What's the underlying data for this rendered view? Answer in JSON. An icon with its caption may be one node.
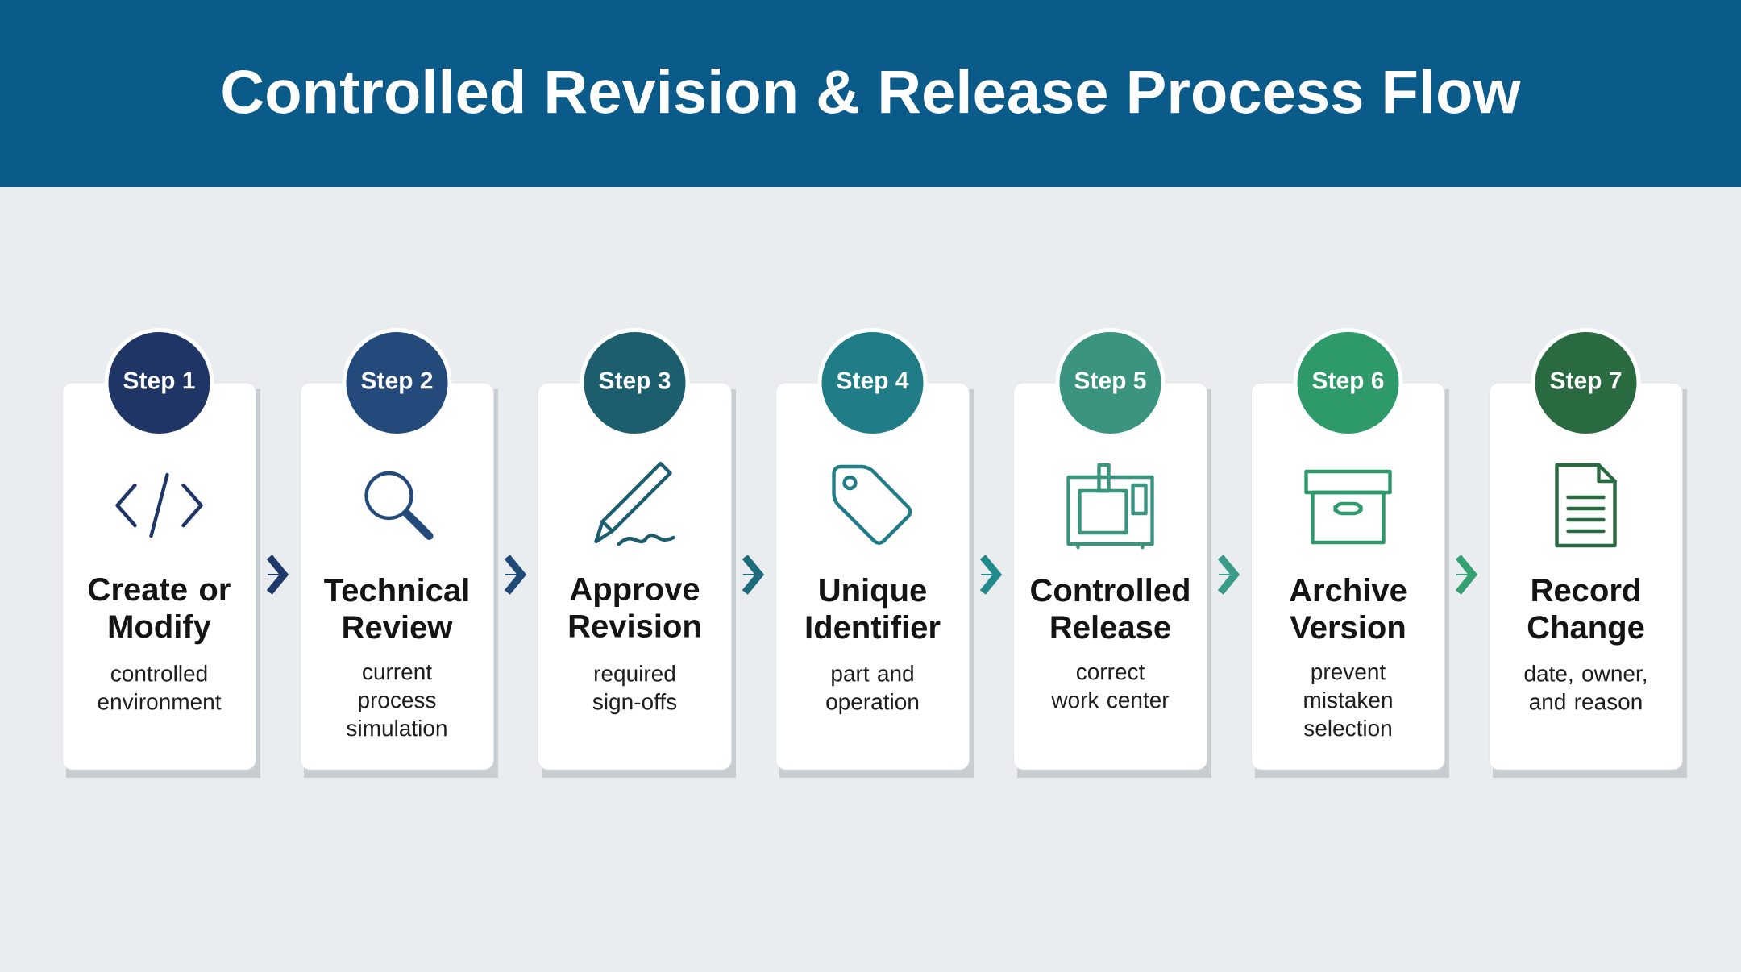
{
  "diagram": {
    "title": "Controlled Revision & Release Process Flow",
    "nodes": [
      {
        "text": [
          "Step 1",
          "Create or Modify",
          "controlled environment"
        ]
      },
      {
        "text": [
          "Step 2",
          "Technical Review",
          "current process simulation"
        ]
      },
      {
        "text": [
          "Step 3",
          "Approve Revision",
          "required sign-offs"
        ]
      },
      {
        "text": [
          "Step 4",
          "Unique Identifier",
          "part and operation"
        ]
      },
      {
        "text": [
          "Step 5",
          "Controlled Release",
          "correct work center"
        ]
      },
      {
        "text": [
          "Step 6",
          "Archive Version",
          "prevent mistaken selection"
        ]
      },
      {
        "text": [
          "Step 7",
          "Record Change",
          "date, owner, and reason"
        ]
      }
    ],
    "edges": [
      {
        "from": 0,
        "to": 1,
        "arrow": "to",
        "color": "#1f3a6a"
      },
      {
        "from": 1,
        "to": 2,
        "arrow": "to",
        "color": "#1f4a78"
      },
      {
        "from": 2,
        "to": 3,
        "arrow": "to",
        "color": "#1d6a7a"
      },
      {
        "from": 3,
        "to": 4,
        "arrow": "to",
        "color": "#238a8c"
      },
      {
        "from": 4,
        "to": 5,
        "arrow": "to",
        "color": "#3a9c88"
      },
      {
        "from": 5,
        "to": 6,
        "arrow": "to",
        "color": "#35a070"
      }
    ]
  }
}
